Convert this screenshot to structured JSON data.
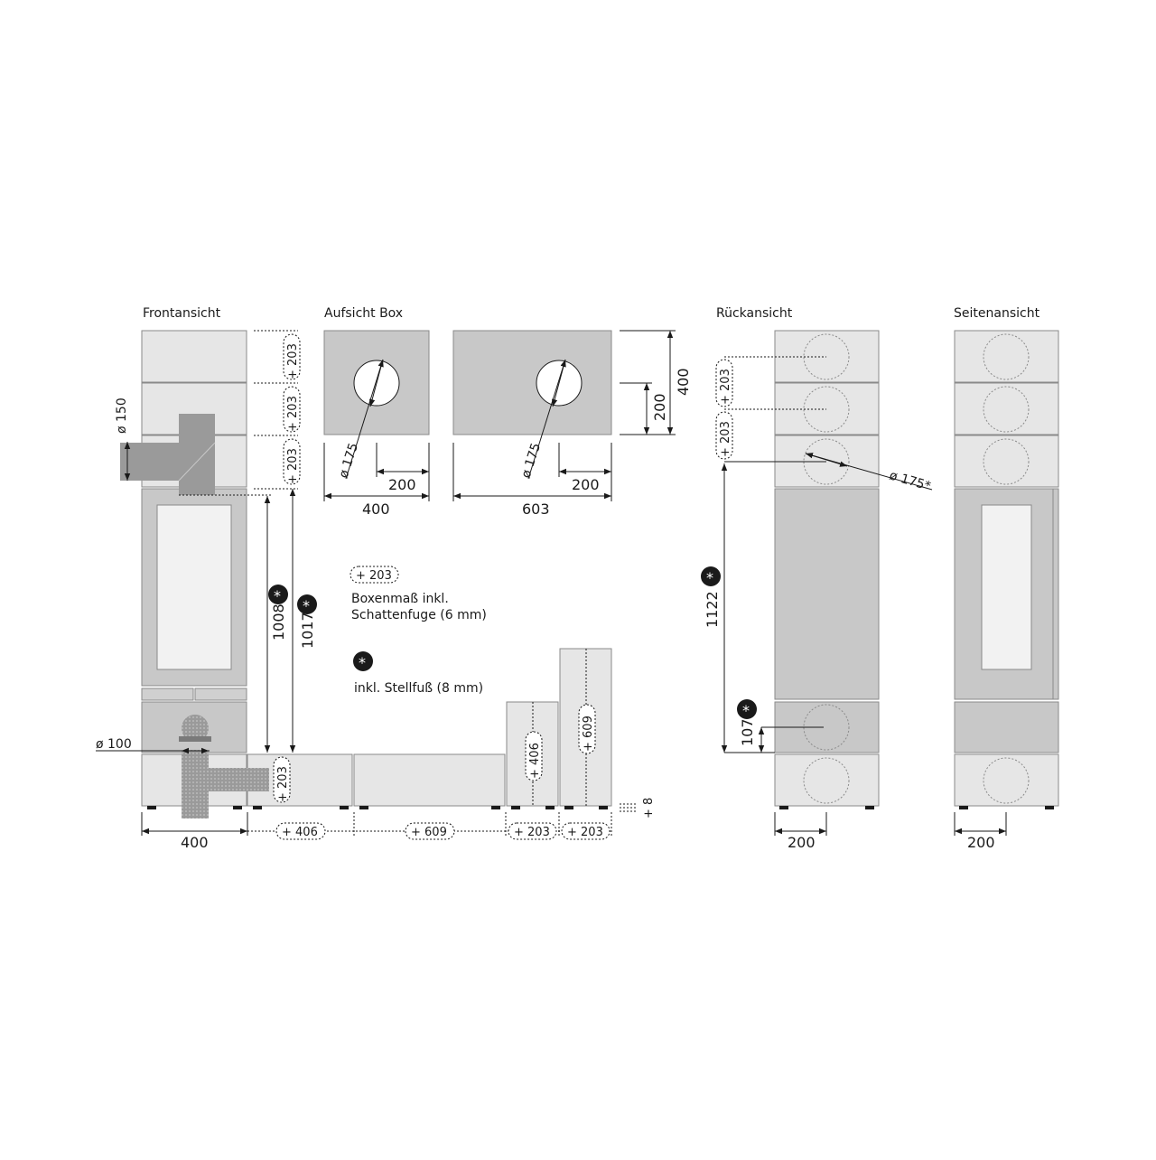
{
  "colors": {
    "box_light": "#e6e6e6",
    "box_mid": "#c8c8c8",
    "stroke": "#8a8a8a",
    "pipe": "#9a9a9a",
    "window": "#f2f2f2",
    "ink": "#1a1a1a"
  },
  "views": {
    "front": "Frontansicht",
    "top": "Aufsicht Box",
    "back": "Rückansicht",
    "side": "Seitenansicht"
  },
  "dims": {
    "d150": "ø 150",
    "d100": "ø 100",
    "d175": "ø 175",
    "d175s": "ø 175*",
    "v1008": "1008",
    "v1017": "1017",
    "v1122": "1122",
    "v107": "107",
    "w400": "400",
    "w603": "603",
    "w200": "200",
    "h400": "400",
    "h200": "200",
    "p203": "+ 203",
    "p406": "+ 406",
    "p609": "+ 609",
    "p8": "+ 8"
  },
  "legend": {
    "box_label": "+ 203",
    "box_line1": "Boxenmaß inkl.",
    "box_line2": "Schattenfuge (6 mm)",
    "foot_line": "inkl. Stellfuß (8 mm)",
    "star": "*"
  }
}
